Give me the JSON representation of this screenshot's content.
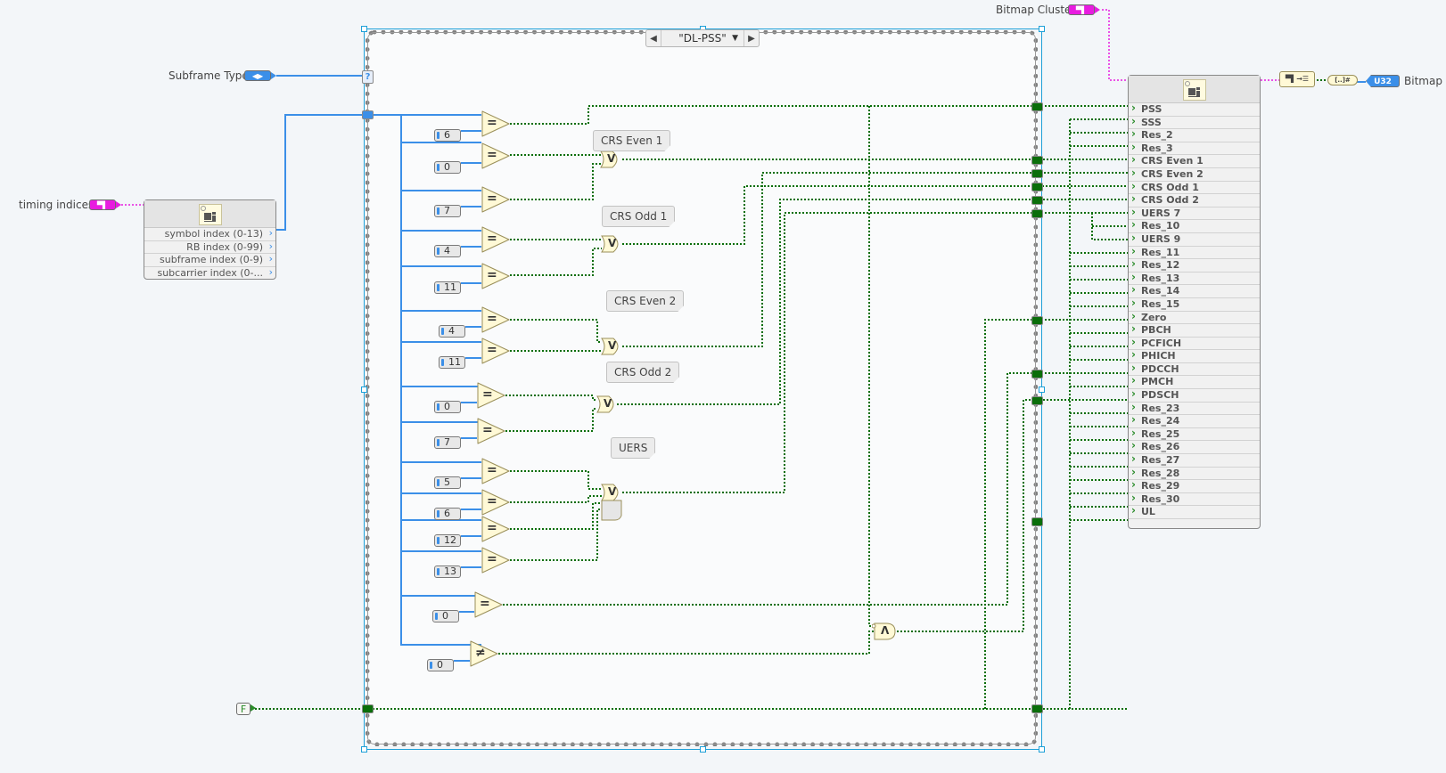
{
  "window": {
    "type": "LabVIEW block diagram"
  },
  "case_structure": {
    "selector_value": "\"DL-PSS\"",
    "selector_terminal_icon": "question-mark",
    "prev_arrow": "◀",
    "next_arrow": "▶",
    "dropdown_arrow": "▼"
  },
  "inputs": {
    "subframe_type": {
      "label": "Subframe Type",
      "icon": "enum-arrows",
      "glyph": "◀▶"
    },
    "timing_indices": {
      "label": "timing indices",
      "icon": "cluster",
      "glyph": "▀▌"
    },
    "bitmap_cluster": {
      "label": "Bitmap Cluster",
      "icon": "cluster",
      "glyph": "▀▌"
    },
    "false_constant": "F"
  },
  "unbundle": {
    "fields": [
      "symbol index (0-13)",
      "RB index (0-99)",
      "subframe index (0-9)",
      "subcarrier index (0-..."
    ]
  },
  "comparisons": [
    {
      "op": "=",
      "const": "6"
    },
    {
      "op": "=",
      "const": "0"
    },
    {
      "op": "=",
      "const": "7"
    },
    {
      "op": "=",
      "const": "4"
    },
    {
      "op": "=",
      "const": "11"
    },
    {
      "op": "=",
      "const": "4"
    },
    {
      "op": "=",
      "const": "11"
    },
    {
      "op": "=",
      "const": "0"
    },
    {
      "op": "=",
      "const": "7"
    },
    {
      "op": "=",
      "const": "5"
    },
    {
      "op": "=",
      "const": "6"
    },
    {
      "op": "=",
      "const": "12"
    },
    {
      "op": "=",
      "const": "13"
    },
    {
      "op": "=",
      "const": "0"
    },
    {
      "op": "≠",
      "const": "0"
    }
  ],
  "or_gates": [
    {
      "symbol": "V"
    },
    {
      "symbol": "V"
    },
    {
      "symbol": "V"
    },
    {
      "symbol": "V"
    },
    {
      "symbol": "V"
    }
  ],
  "and_gate": {
    "symbol": "Λ"
  },
  "comments": [
    "CRS Even 1",
    "CRS Odd 1",
    "CRS Even 2",
    "CRS Odd 2",
    "UERS"
  ],
  "bundle_by_name": {
    "fields": [
      "PSS",
      "SSS",
      "Res_2",
      "Res_3",
      "CRS Even 1",
      "CRS Even 2",
      "CRS Odd 1",
      "CRS Odd 2",
      "UERS 7",
      "Res_10",
      "UERS 9",
      "Res_11",
      "Res_12",
      "Res_13",
      "Res_14",
      "Res_15",
      "Zero",
      "PBCH",
      "PCFICH",
      "PHICH",
      "PDCCH",
      "PMCH",
      "PDSCH",
      "Res_23",
      "Res_24",
      "Res_25",
      "Res_26",
      "Res_27",
      "Res_28",
      "Res_29",
      "Res_30",
      "UL"
    ]
  },
  "output": {
    "cluster_to_array": "▀▌→☰",
    "bool_array_to_number": "[..]#",
    "indicator_type": "U32",
    "indicator_label": "Bitmap"
  },
  "colors": {
    "boolean_wire": "#0a6e0a",
    "numeric_wire": "#3b8fe8",
    "cluster_wire": "#e81ce0",
    "selection": "#1ea0d8",
    "node_fill": "#fff9d6"
  }
}
